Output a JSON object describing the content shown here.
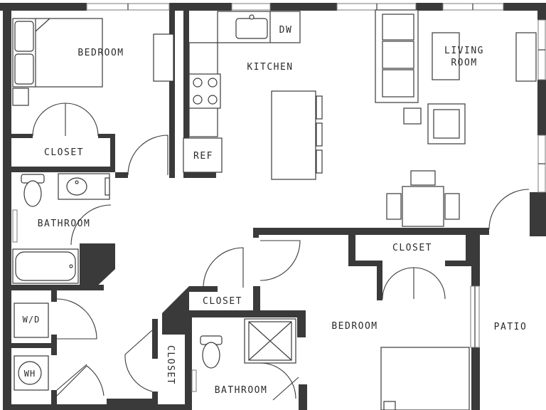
{
  "rooms": {
    "bedroom_1": "BEDROOM",
    "closet_1": "CLOSET",
    "bathroom_1": "BATHROOM",
    "kitchen": "KITCHEN",
    "dw": "DW",
    "ref": "REF",
    "living_room_line1": "LIVING",
    "living_room_line2": "ROOM",
    "closet_2": "CLOSET",
    "closet_3": "CLOSET",
    "closet_4": "CLOSET",
    "wd": "W/D",
    "wh": "WH",
    "bedroom_2": "BEDROOM",
    "patio": "PATIO",
    "bathroom_2": "BATHROOM"
  }
}
